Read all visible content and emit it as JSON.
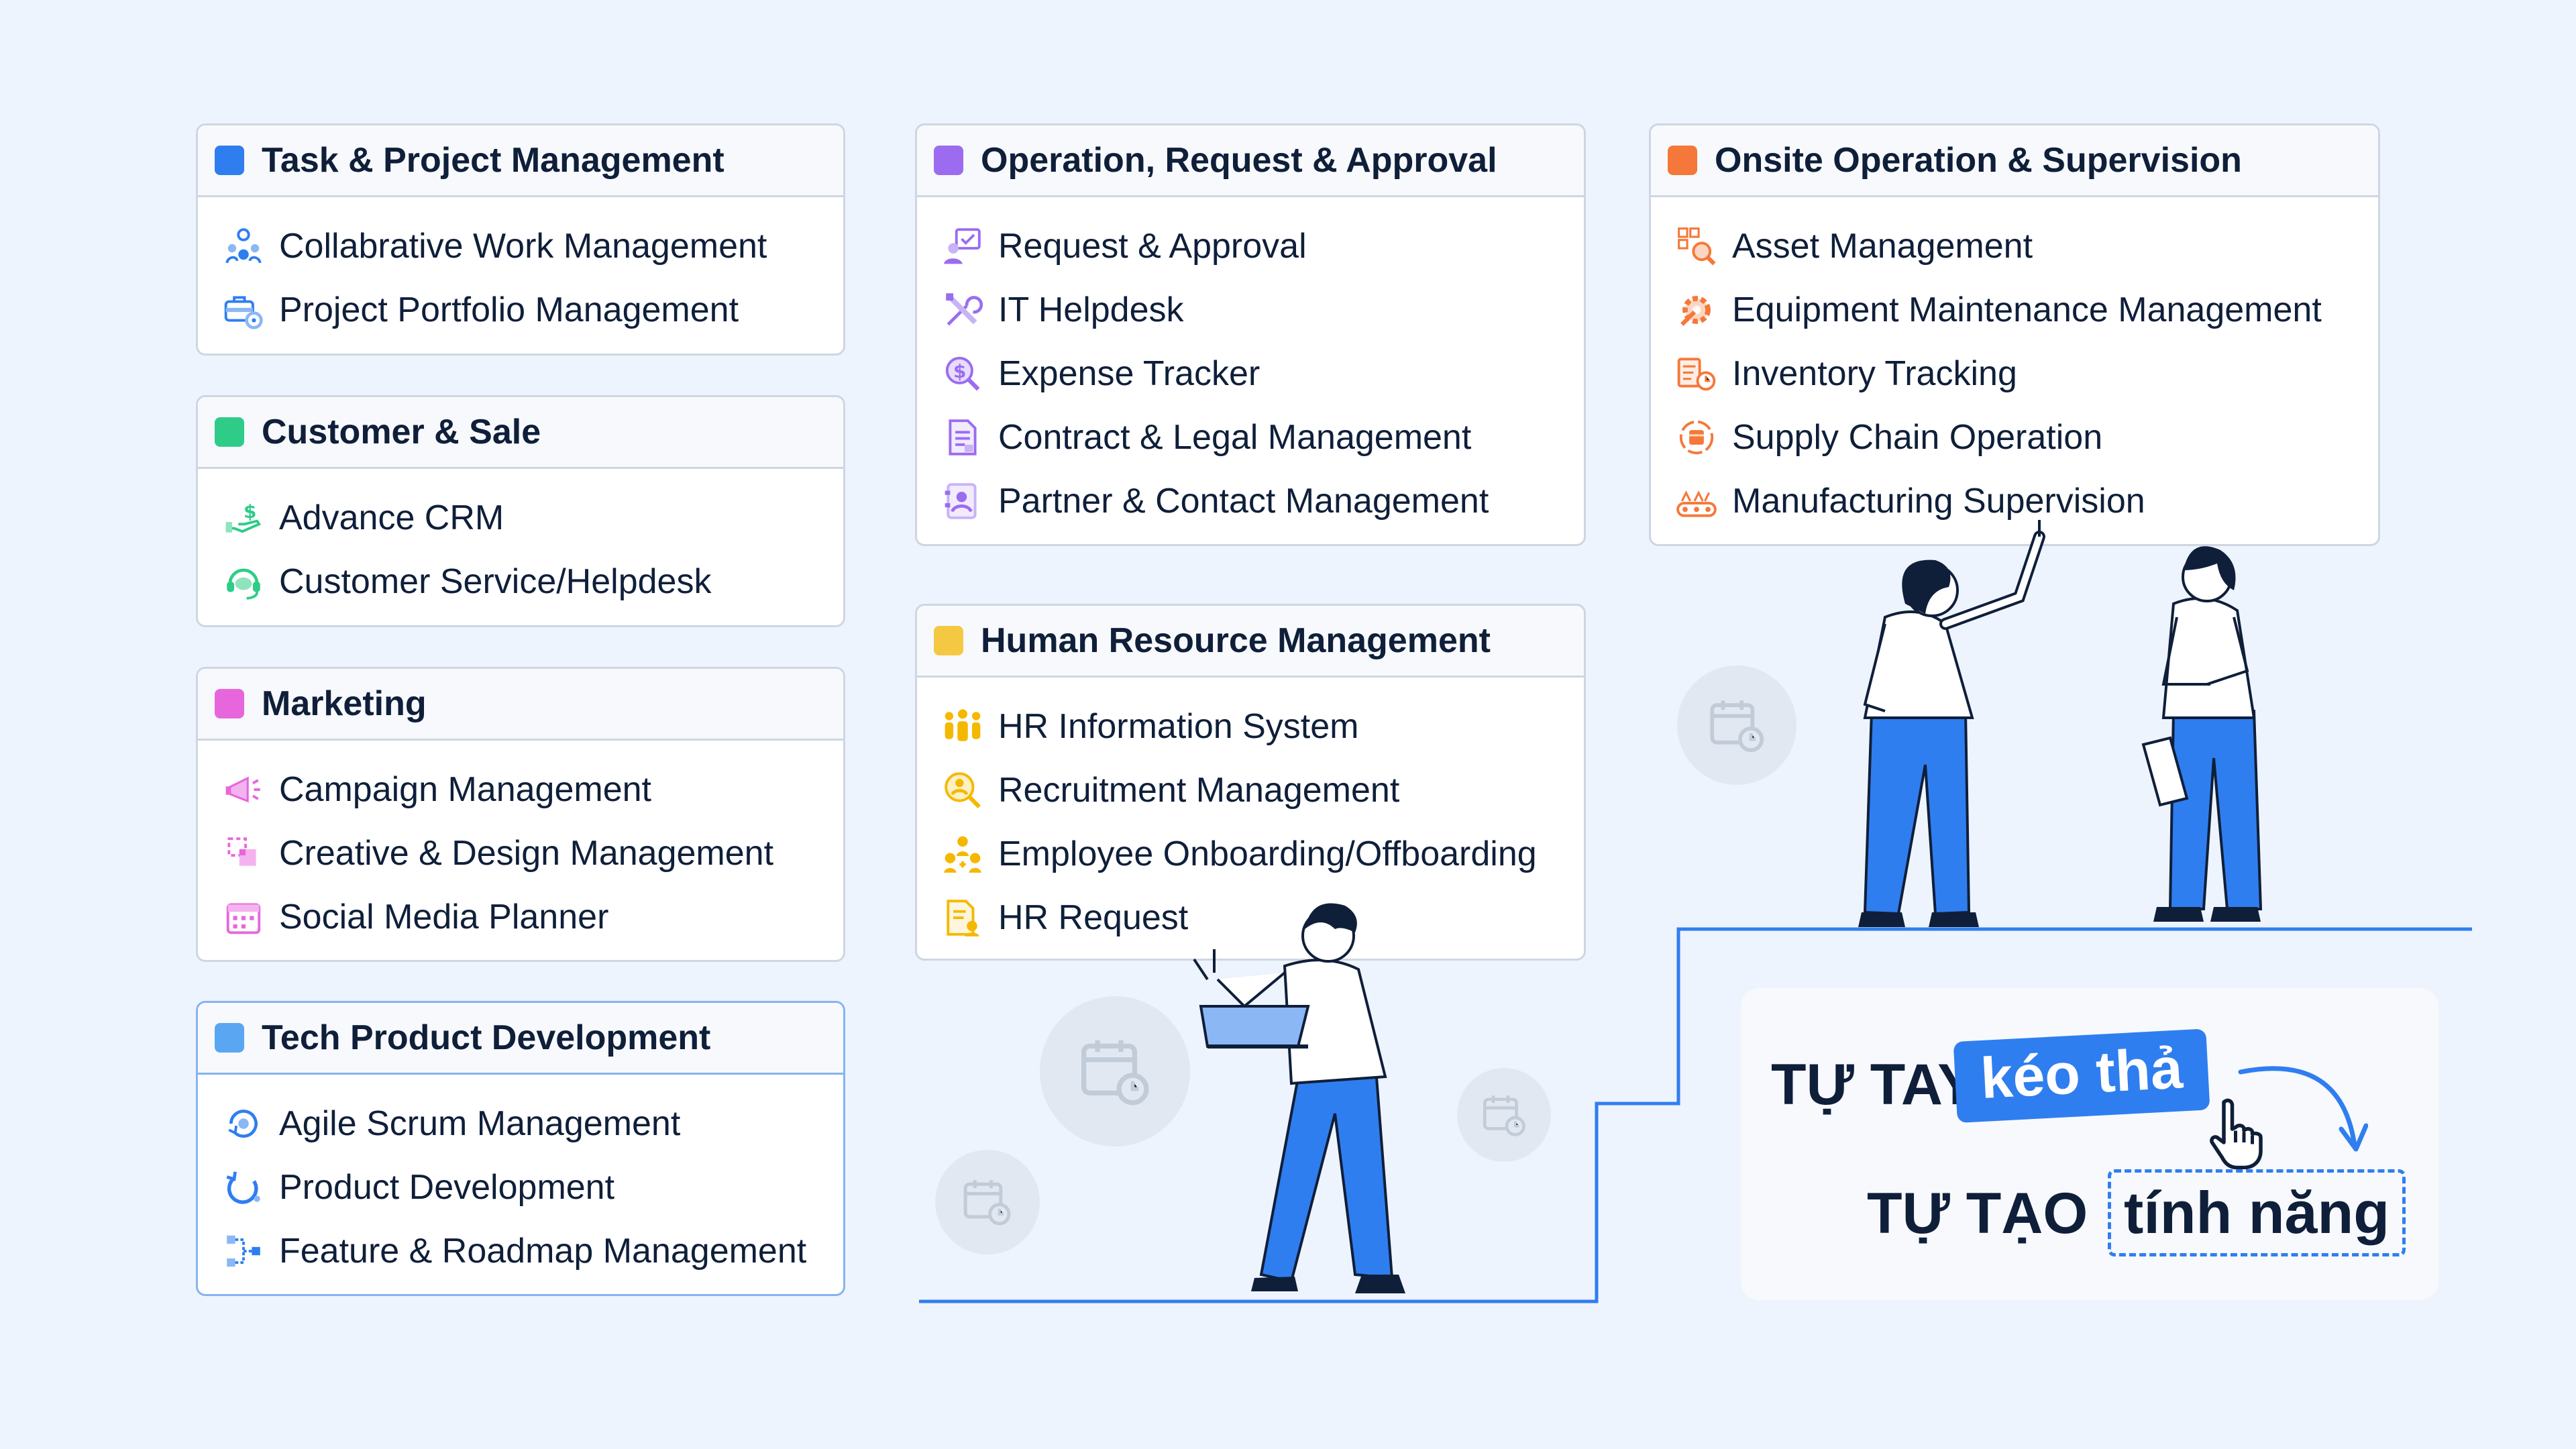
{
  "colors": {
    "background": "#eef4fd",
    "card_border": "#cfd6e2",
    "accent_blue": "#2f7ef0",
    "text": "#0f1f3a"
  },
  "cards": {
    "task": {
      "title": "Task & Project Management",
      "color": "#2f7ef0",
      "items": [
        {
          "label": "Collabrative Work Management",
          "icon": "team-gear-icon"
        },
        {
          "label": "Project Portfolio Management",
          "icon": "briefcase-gear-icon"
        }
      ]
    },
    "customer": {
      "title": "Customer & Sale",
      "color": "#2ecc87",
      "items": [
        {
          "label": "Advance CRM",
          "icon": "hand-dollar-icon"
        },
        {
          "label": "Customer Service/Helpdesk",
          "icon": "headset-icon"
        }
      ]
    },
    "marketing": {
      "title": "Marketing",
      "color": "#e866dc",
      "items": [
        {
          "label": "Campaign Management",
          "icon": "megaphone-icon"
        },
        {
          "label": "Creative & Design Management",
          "icon": "design-shapes-icon"
        },
        {
          "label": "Social Media Planner",
          "icon": "calendar-grid-icon"
        }
      ]
    },
    "tech": {
      "title": "Tech Product Development",
      "color": "#5aa6f2",
      "items": [
        {
          "label": "Agile Scrum Management",
          "icon": "agile-cycle-icon"
        },
        {
          "label": "Product Development",
          "icon": "refresh-arrow-icon"
        },
        {
          "label": "Feature & Roadmap Management",
          "icon": "roadmap-nodes-icon"
        }
      ]
    },
    "operation": {
      "title": "Operation, Request & Approval",
      "color": "#9b6cf0",
      "items": [
        {
          "label": "Request & Approval",
          "icon": "approval-user-icon"
        },
        {
          "label": "IT Helpdesk",
          "icon": "tools-icon"
        },
        {
          "label": "Expense Tracker",
          "icon": "dollar-search-icon"
        },
        {
          "label": "Contract & Legal Management",
          "icon": "document-icon"
        },
        {
          "label": "Partner & Contact Management",
          "icon": "contact-card-icon"
        }
      ]
    },
    "hr": {
      "title": "Human Resource Management",
      "color": "#f5c842",
      "items": [
        {
          "label": "HR Information System",
          "icon": "people-group-icon"
        },
        {
          "label": "Recruitment Management",
          "icon": "user-search-icon"
        },
        {
          "label": "Employee Onboarding/Offboarding",
          "icon": "onboarding-icon"
        },
        {
          "label": "HR Request",
          "icon": "hr-document-icon"
        }
      ]
    },
    "onsite": {
      "title": "Onsite Operation & Supervision",
      "color": "#f5783a",
      "items": [
        {
          "label": "Asset Management",
          "icon": "asset-search-icon"
        },
        {
          "label": "Equipment Maintenance Management",
          "icon": "wrench-gear-icon"
        },
        {
          "label": "Inventory Tracking",
          "icon": "inventory-icon"
        },
        {
          "label": "Supply Chain Operation",
          "icon": "supply-cycle-icon"
        },
        {
          "label": "Manufacturing Supervision",
          "icon": "conveyor-icon"
        }
      ]
    }
  },
  "promo": {
    "line1_prefix": "TỰ TAY",
    "line1_highlight": "kéo thả",
    "line2_prefix": "TỰ TẠO",
    "line2_highlight": "tính năng"
  }
}
